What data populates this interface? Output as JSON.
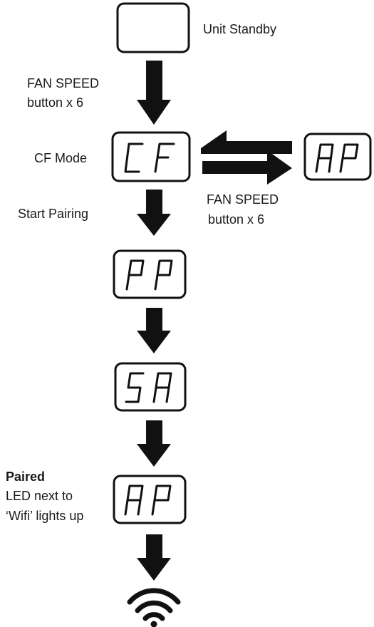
{
  "steps": {
    "standby": {
      "label": "Unit Standby"
    },
    "press_to_cf": {
      "line1": "FAN SPEED",
      "line2": "button x 6"
    },
    "cf_mode": {
      "display": "CF",
      "label": "CF Mode"
    },
    "ap_side": {
      "display": "AP"
    },
    "side_press": {
      "line1": "FAN SPEED",
      "line2": "button x 6"
    },
    "start_pairing": {
      "label": "Start Pairing"
    },
    "pp": {
      "display": "PP"
    },
    "sa": {
      "display": "SA"
    },
    "paired": {
      "display": "AP",
      "title": "Paired",
      "line1": "LED next to",
      "line2": "‘Wifi’ lights up"
    }
  },
  "icons": {
    "standby_display": "blank-display",
    "wifi": "wifi-icon"
  }
}
